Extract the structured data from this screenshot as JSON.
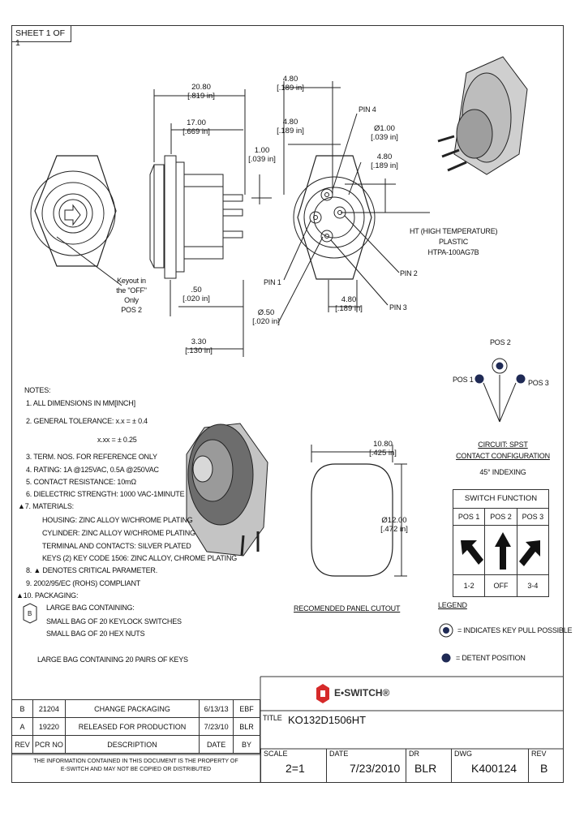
{
  "sheet": {
    "label": "SHEET 1 OF 1"
  },
  "dims": {
    "d2080": "20.80",
    "d2080in": "[.819 in]",
    "d1700": "17.00",
    "d1700in": "[.669 in]",
    "d100": "1.00",
    "d100in": "[.039 in]",
    "d050": ".50",
    "d050in": "[.020 in]",
    "d330": "3.30",
    "d330in": "[.130 in]",
    "d480a": "4.80",
    "d480ain": "[.189 in]",
    "d480b": "4.80",
    "d480bin": "[.189 in]",
    "d480c": "4.80",
    "d480cin": "[.189 in]",
    "d480d": "4.80",
    "d480din": "[.189 in]",
    "dia100": "Ø1.00",
    "dia100in": "[.039 in]",
    "dia050": "Ø.50",
    "dia050in": "[.020 in]",
    "d1080": "10.80",
    "d1080in": "[.425 in]",
    "dia1200": "Ø12.00",
    "dia1200in": "[.472 in]"
  },
  "pins": {
    "pin1": "PIN 1",
    "pin2": "PIN 2",
    "pin3": "PIN 3",
    "pin4": "PIN 4"
  },
  "keyout": {
    "l1": "Keyout in",
    "l2": "the \"OFF\"",
    "l3": "Only",
    "l4": "POS 2"
  },
  "material_note": {
    "l1": "HT (HIGH TEMPERATURE)",
    "l2": "PLASTIC",
    "l3": "HTPA-100AG7B"
  },
  "notes": {
    "title": "NOTES:",
    "n1": "1. ALL DIMENSIONS IN MM[INCH]",
    "n2": "2. GENERAL TOLERANCE: x.x = ± 0.4",
    "n2b": "x.xx = ± 0.25",
    "n3": "3. TERM. NOS. FOR REFERENCE ONLY",
    "n4": "4. RATING: 1A @125VAC, 0.5A @250VAC",
    "n5": "5. CONTACT RESISTANCE: 10mΩ",
    "n6": "6. DIELECTRIC STRENGTH: 1000 VAC-1MINUTE",
    "n7": "7. MATERIALS:",
    "n7a": "HOUSING: ZINC ALLOY W/CHROME PLATING",
    "n7b": "CYLINDER: ZINC ALLOY W/CHROME PLATING",
    "n7c": "TERMINAL AND CONTACTS: SILVER PLATED",
    "n7d": "KEYS (2) KEY CODE 1506: ZINC ALLOY, CHROME PLATING",
    "n8": "8. ▲ DENOTES CRITICAL PARAMETER.",
    "n9": "9. 2002/95/EC (ROHS) COMPLIANT",
    "n10": "10. PACKAGING:",
    "n10a": "LARGE BAG CONTAINING:",
    "n10b": "SMALL BAG OF 20 KEYLOCK SWITCHES",
    "n10c": "SMALL BAG OF 20 HEX NUTS",
    "n10d": "LARGE BAG CONTAINING 20 PAIRS OF KEYS",
    "flag": "B"
  },
  "cutout": {
    "label": "RECOMENDED PANEL CUTOUT"
  },
  "positions": {
    "pos1": "POS 1",
    "pos2": "POS 2",
    "pos3": "POS 3"
  },
  "circuit": {
    "l1": "CIRCUIT: SPST",
    "l2": "CONTACT CONFIGURATION",
    "l3": "45° INDEXING"
  },
  "switch_function": {
    "title": "SWITCH FUNCTION",
    "headers": [
      "POS 1",
      "POS 2",
      "POS 3"
    ],
    "results": [
      "1-2",
      "OFF",
      "3-4"
    ]
  },
  "legend": {
    "title": "LEGEND",
    "item1": "= INDICATES KEY PULL POSSIBLE",
    "item2": "= DETENT POSITION"
  },
  "revisions": {
    "rows": [
      {
        "rev": "B",
        "pcr": "21204",
        "desc": "CHANGE PACKAGING",
        "date": "6/13/13",
        "by": "EBF"
      },
      {
        "rev": "A",
        "pcr": "19220",
        "desc": "RELEASED FOR PRODUCTION",
        "date": "7/23/10",
        "by": "BLR"
      }
    ],
    "header": {
      "rev": "REV",
      "pcr": "PCR NO",
      "desc": "DESCRIPTION",
      "date": "DATE",
      "by": "BY"
    }
  },
  "disclaimer": {
    "l1": "THE INFORMATION CONTAINED IN THIS DOCUMENT IS THE PROPERTY OF",
    "l2": "E-SWITCH AND MAY NOT BE COPIED OR DISTRIBUTED"
  },
  "titleblock": {
    "logo": "E•SWITCH®",
    "title_label": "TITLE",
    "title": "KO132D1506HT",
    "scale_label": "SCALE",
    "scale": "2=1",
    "date_label": "DATE",
    "date": "7/23/2010",
    "dr_label": "DR",
    "dr": "BLR",
    "dwg_label": "DWG",
    "dwg": "K400124",
    "rev_label": "REV",
    "rev": "B"
  },
  "colors": {
    "logo_red": "#d62a2a",
    "detent": "#1f2a55"
  }
}
